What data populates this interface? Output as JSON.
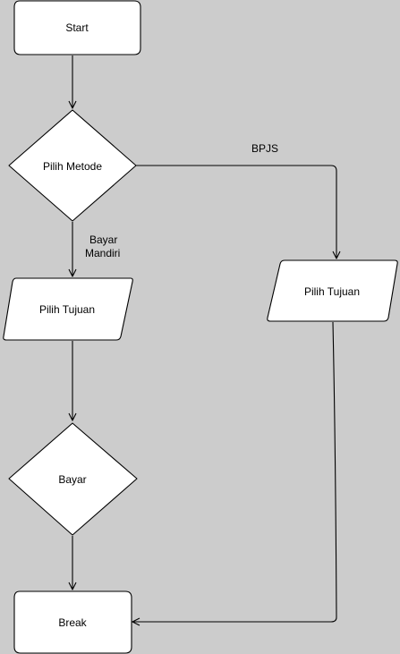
{
  "nodes": {
    "start": "Start",
    "pilih_metode": "Pilih Metode",
    "pilih_tujuan_left": "Pilih Tujuan",
    "pilih_tujuan_right": "Pilih Tujuan",
    "bayar": "Bayar",
    "break": "Break"
  },
  "edges": {
    "bpjs": "BPJS",
    "bayar_mandiri_line1": "Bayar",
    "bayar_mandiri_line2": "Mandiri"
  },
  "colors": {
    "background": "#cccccc",
    "node_fill": "#ffffff",
    "stroke": "#000000"
  }
}
